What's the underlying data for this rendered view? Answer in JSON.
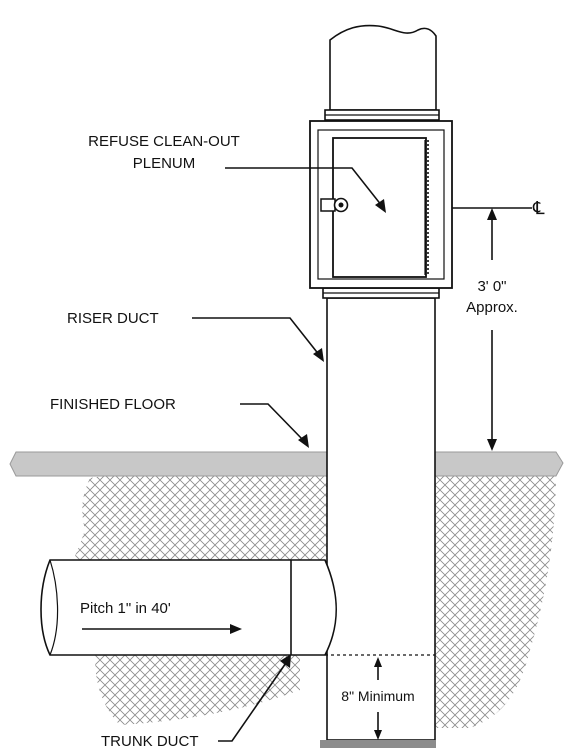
{
  "labels": {
    "plenum_line1": "REFUSE CLEAN-OUT",
    "plenum_line2": "PLENUM",
    "riser": "RISER DUCT",
    "floor": "FINISHED FLOOR",
    "height_line1": "3' 0\"",
    "height_line2": "Approx.",
    "centerline": "℄",
    "pitch": "Pitch 1\" in 40'",
    "minimum": "8\" Minimum",
    "trunk": "TRUNK DUCT"
  },
  "colors": {
    "line": "#111111",
    "floor_slab": "#c8c8c8",
    "floor_edge": "#9a9a9a",
    "hatch": "#8a8a8a",
    "base_plate": "#8c8c8c"
  }
}
